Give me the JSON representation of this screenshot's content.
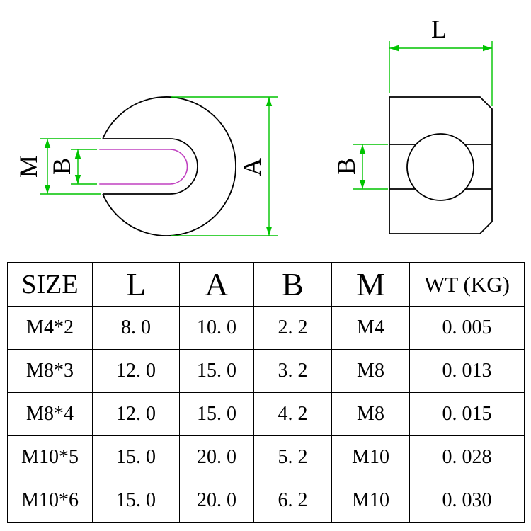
{
  "drawing": {
    "front_view": {
      "dim_M": "M",
      "dim_B": "B",
      "dim_A": "A"
    },
    "side_view": {
      "dim_L": "L",
      "dim_B": "B"
    },
    "colors": {
      "outline": "#000000",
      "dimension": "#00c400",
      "slot_highlight": "#c040c0"
    }
  },
  "table": {
    "headers": [
      "SIZE",
      "L",
      "A",
      "B",
      "M",
      "WT (KG)"
    ],
    "rows": [
      [
        "M4*2",
        "8. 0",
        "10. 0",
        "2. 2",
        "M4",
        "0. 005"
      ],
      [
        "M8*3",
        "12. 0",
        "15. 0",
        "3. 2",
        "M8",
        "0. 013"
      ],
      [
        "M8*4",
        "12. 0",
        "15. 0",
        "4. 2",
        "M8",
        "0. 015"
      ],
      [
        "M10*5",
        "15. 0",
        "20. 0",
        "5. 2",
        "M10",
        "0. 028"
      ],
      [
        "M10*6",
        "15. 0",
        "20. 0",
        "6. 2",
        "M10",
        "0. 030"
      ]
    ]
  }
}
